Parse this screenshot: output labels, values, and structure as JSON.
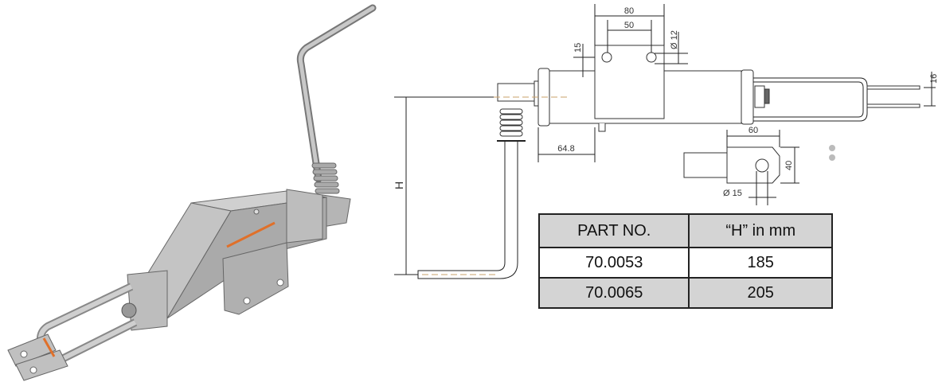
{
  "drawing": {
    "dimensions": {
      "d80": "80",
      "d50": "50",
      "d12": "Ø 12",
      "d15": "15",
      "d16": "16",
      "d64_8": "64.8",
      "d60": "60",
      "d40": "40",
      "dia15": "Ø 15",
      "H": "H"
    }
  },
  "table": {
    "headers": [
      "PART NO.",
      "“H” in mm"
    ],
    "rows": [
      [
        "70.0053",
        "185"
      ],
      [
        "70.0065",
        "205"
      ]
    ]
  },
  "colors": {
    "metal": "#b9b9b9",
    "accent": "#e0702a",
    "table_header": "#d4d4d4"
  }
}
